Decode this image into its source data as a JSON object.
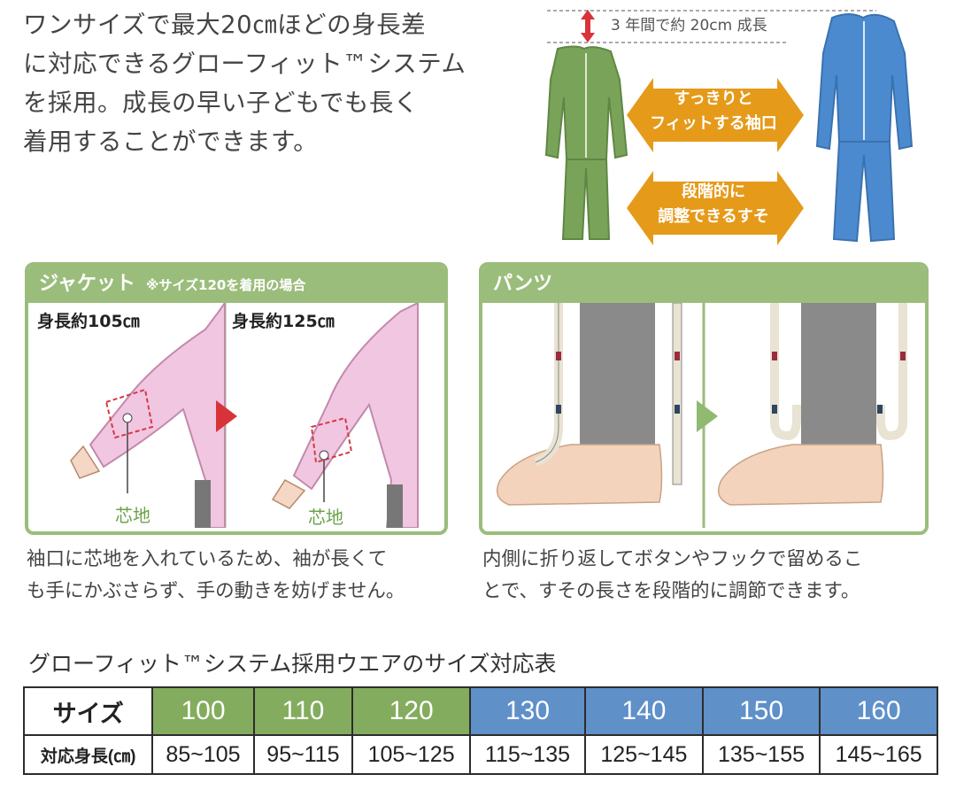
{
  "intro": {
    "lines": [
      "ワンサイズで最大20㎝ほどの身長差",
      "に対応できるグローフィット™システム",
      "を採用。成長の早い子どもでも長く",
      "着用することができます。"
    ]
  },
  "hero": {
    "growth_label": "3 年間で約 20cm 成長",
    "arrow1": [
      "すっきりと",
      "フィットする袖口"
    ],
    "arrow2": [
      "段階的に",
      "調整できるすそ"
    ],
    "colors": {
      "green": "#7aa35a",
      "blue": "#4c8ad0",
      "orange": "#e59a1a",
      "red_arrow": "#d9333a"
    }
  },
  "jacket": {
    "title": "ジャケット",
    "note": "※サイズ120を着用の場合",
    "height_left": "身長約105㎝",
    "height_right": "身長約125㎝",
    "core_label": "芯地",
    "caption": [
      "袖口に芯地を入れているため、袖が長くて",
      "も手にかぶさらず、手の動きを妨げません。"
    ]
  },
  "pants": {
    "title": "パンツ",
    "caption": [
      "内側に折り返してボタンやフックで留めるこ",
      "とで、すその長さを段階的に調節できます。"
    ]
  },
  "table": {
    "title": "グローフィット™システム採用ウエアのサイズ対応表",
    "row1_header": "サイズ",
    "row2_header": "対応身長(㎝)",
    "sizes": [
      "100",
      "110",
      "120",
      "130",
      "140",
      "150",
      "160"
    ],
    "heights": [
      "85~105",
      "95~115",
      "105~125",
      "115~135",
      "125~145",
      "135~155",
      "145~165"
    ],
    "size_colors": [
      "green",
      "green",
      "green",
      "blue",
      "blue",
      "blue",
      "blue"
    ]
  }
}
